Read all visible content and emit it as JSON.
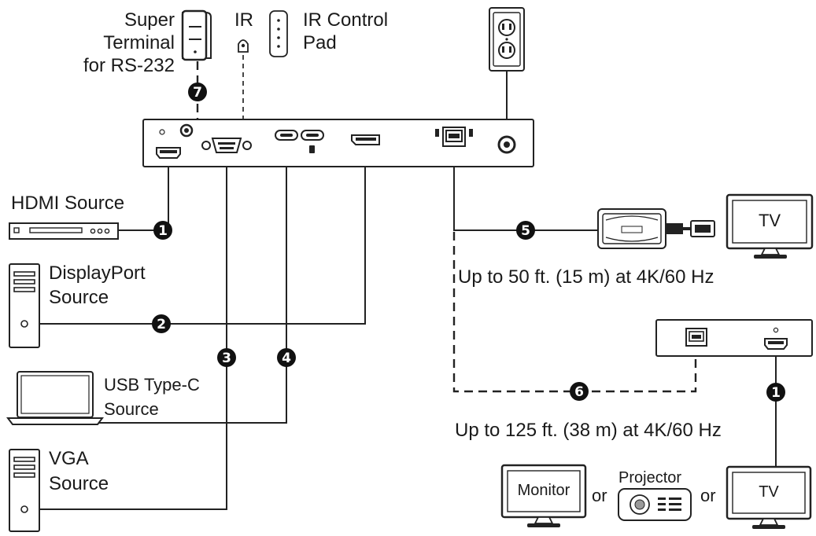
{
  "labels": {
    "super_terminal": [
      "Super",
      "Terminal",
      "for RS-232"
    ],
    "ir": "IR",
    "ir_control_pad": [
      "IR Control",
      "Pad"
    ],
    "hdmi_source": "HDMI Source",
    "displayport_source": [
      "DisplayPort",
      "Source"
    ],
    "usbc_source": [
      "USB Type-C",
      "Source"
    ],
    "vga_source": [
      "VGA",
      "Source"
    ],
    "distance_50": "Up to 50 ft. (15 m) at 4K/60 Hz",
    "distance_125": "Up to 125 ft. (38 m) at 4K/60 Hz",
    "tv_top": "TV",
    "monitor": "Monitor",
    "or_1": "or",
    "projector": "Projector",
    "or_2": "or",
    "tv_bottom": "TV"
  },
  "badges": {
    "b1_hdmi": "1",
    "b1_output": "1",
    "b2": "2",
    "b3": "3",
    "b4": "4",
    "b5": "5",
    "b6": "6",
    "b7": "7"
  }
}
